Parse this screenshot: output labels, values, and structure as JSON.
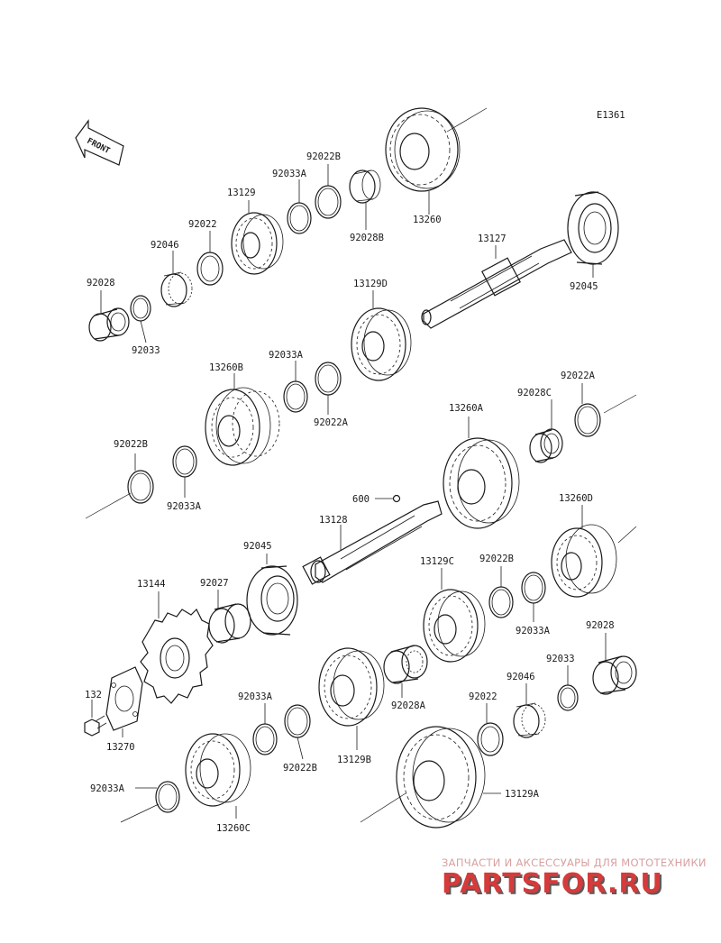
{
  "diagram_code": "E1361",
  "front_label": "FRONT",
  "watermark": {
    "subtitle": "ЗАПЧАСТИ И АКСЕССУАРЫ ДЛЯ МОТОТЕХНИКИ",
    "brand": "PARTSFOR.RU"
  },
  "labels": {
    "p13260": "13260",
    "p92022B_top": "92022B",
    "p92033A_top": "92033A",
    "p13129_top": "13129",
    "p92028B": "92028B",
    "p92022_top": "92022",
    "p92046_top": "92046",
    "p92028_top": "92028",
    "p92033_top": "92033",
    "p13127": "13127",
    "p92045_top": "92045",
    "p13129D": "13129D",
    "p13260B": "13260B",
    "p92033A_mid": "92033A",
    "p92022A_mid": "92022A",
    "p92028C": "92028C",
    "p92022A_right": "92022A",
    "p92022B_left": "92022B",
    "p92033A_left": "92033A",
    "p13260A": "13260A",
    "p600": "600",
    "p13128": "13128",
    "p92045_mid": "92045",
    "p13260D": "13260D",
    "p13144": "13144",
    "p92027": "92027",
    "p13129C": "13129C",
    "p92022B_right": "92022B",
    "p92033A_right": "92033A",
    "p92028_right": "92028",
    "p92033_right": "92033",
    "p92046_right": "92046",
    "p92022_right": "92022",
    "p92028A": "92028A",
    "p132": "132",
    "p13270": "13270",
    "p92033A_low": "92033A",
    "p92022B_low": "92022B",
    "p13129B": "13129B",
    "p13129A": "13129A",
    "p92033A_bottom": "92033A",
    "p13260C": "13260C"
  }
}
